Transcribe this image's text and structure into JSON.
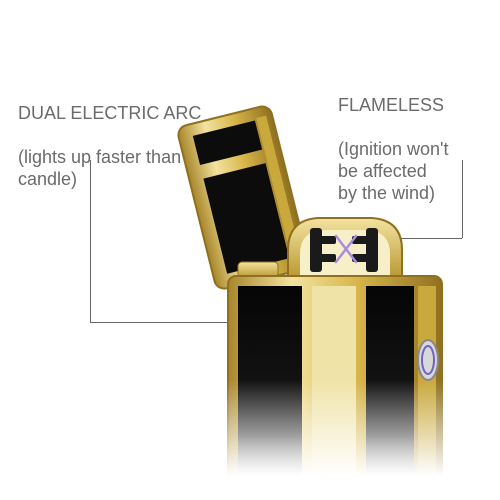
{
  "callouts": {
    "left": {
      "title": "DUAL  ELECTRIC ARC",
      "detail": "(lights up faster than a\ncandle)"
    },
    "right": {
      "title": "FLAMELESS",
      "detail": "(Ignition won't\nbe affected\nby the wind)"
    }
  },
  "colors": {
    "gold": "#d8b64a",
    "gold_light": "#f3e3a0",
    "gold_dark": "#a8862a",
    "black_panel": "#0c0c0c",
    "arc": "#a88ee0",
    "text": "#6b6b6b"
  },
  "icons": {
    "power_button": "power-button-icon"
  }
}
